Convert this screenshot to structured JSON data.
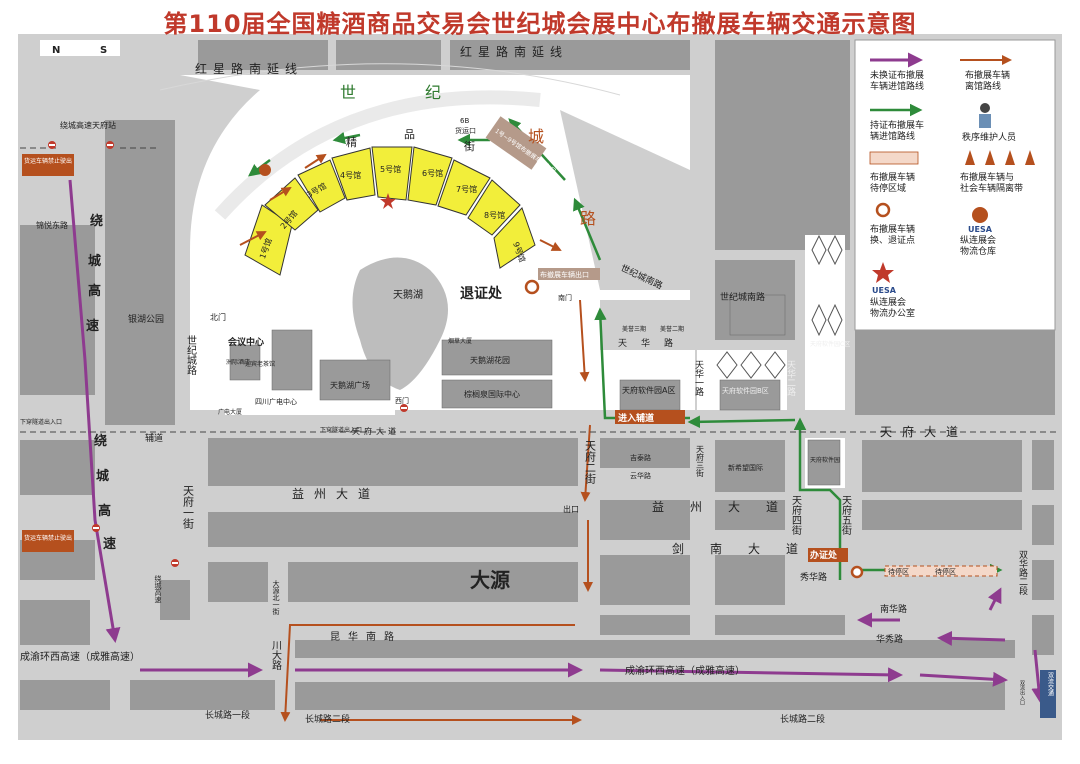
{
  "title": "第110届全国糖酒商品交易会世纪城会展中心布撤展车辆交通示意图",
  "compass": {
    "n": "N",
    "s": "S"
  },
  "colors": {
    "purple_route": "#8e3b8f",
    "brown_route": "#b5501e",
    "green_route": "#2e8b3a",
    "hall_yellow": "#f2ee3a",
    "title_red": "#c0392b",
    "road_gray": "#cccccc",
    "block_gray": "#9a9a9a"
  },
  "roads": {
    "hongxing_south_ext_1": "红星路南延线",
    "hongxing_south_ext_2": "红星路南延线",
    "ring_expressway": "绕城高速",
    "ring_expressway_station": "绕城高速天府站",
    "jinyue_east": "锦悦东路",
    "century_city_road": "世纪城路",
    "century_city_south_road": "世纪城南路",
    "century_city_road_ne": "世纪城南路",
    "tianfu_avenue_left": "天府大道",
    "tianfu_avenue_right": "天府大道",
    "yizhou_avenue_1": "益州大道",
    "yizhou_avenue_2": "益州大道",
    "jiannan_avenue": "剑南大道",
    "tianfu_1st": "天府一街",
    "tianfu_2nd": "天府二街",
    "tianfu_3rd": "天府三街",
    "tianfu_4th": "天府四街",
    "tianfu_5th": "天府五街",
    "tianhua_1st": "天华一路",
    "tianhua_2nd": "天华二路",
    "tianhua_road": "天华路",
    "kunhua_south": "昆华南路",
    "chuanda_road": "川大路",
    "chengyu_ring_1": "成渝环西高速（成雅高速）",
    "chengyu_ring_2": "成渝环西高速（成雅高速）",
    "changcheng_1": "长城路一段",
    "changcheng_2": "长城路二段",
    "changcheng_2b": "长城路二段",
    "xiuhua_road": "秀华路",
    "nanhua_road": "南华路",
    "huaxiu_road": "华秀路",
    "shuanghua_road": "双华路二段",
    "fudao": "辅道",
    "dayuan_north": "大源北一街",
    "jixiang_road": "吉泰路",
    "yunhua_road": "云华路",
    "ring_outer": "下穿隧道出入口"
  },
  "road_labels_vertical_ring": [
    "绕",
    "城",
    "高",
    "速"
  ],
  "century_city_road_chars": [
    "世",
    "纪",
    "城",
    "路"
  ],
  "jingpin_chars": [
    "精",
    "品",
    "街"
  ],
  "halls": [
    "1号馆",
    "2号馆",
    "3号馆",
    "4号馆",
    "5号馆",
    "6号馆",
    "7号馆",
    "8号馆",
    "9号馆"
  ],
  "places": {
    "tianehu": "天鹅湖",
    "tuizheng": "退证处",
    "banzheng": "办证处",
    "huiyi_center": "会议中心",
    "beimen": "北门",
    "nanmen": "南门",
    "ximen": "西门",
    "tiane_square": "天鹅湖广场",
    "tiane_garden": "天鹅湖花园",
    "zonglvquan": "棕榈泉国际中心",
    "yancao": "烟草大厦",
    "dayuan": "大源",
    "yinhu_park": "银湖公园",
    "sichuan_tv": "四川广电中心",
    "guangdian": "广电大厦",
    "zhouji_hotel": "洲际酒店",
    "yingbin": "迎宾老茶馆",
    "tianfu_soft_a": "天府软件园A区",
    "tianfu_soft_b": "天府软件园B区",
    "tianfu_soft_c": "天府软件园C区",
    "xinxiwang": "新希望国际",
    "tianfu_center": "天府软件园",
    "meiyu3": "美誉三期",
    "meiyu2": "美誉二期",
    "hall_1to9_entry": "1号~9号馆布撤展车辆入口",
    "exit_9": "布撤展车辆出口",
    "six_b": "6B",
    "six_b_gate": "货运口",
    "jinru_fudao": "进入辅道",
    "chukou": "出口",
    "dengdai_1": "待停区",
    "dengdai_2": "待停区",
    "shuangliu": "双流交通",
    "tongxing": "双流出入口",
    "no_freight_1": "货运车辆禁止驶出",
    "no_freight_2": "货运车辆禁止驶出",
    "tianfu_dadao_small": "天府大道",
    "xiachuan_left": "下穿隧道出入口"
  },
  "legend": {
    "item1": [
      "未换证布撤展",
      "车辆进馆路线"
    ],
    "item2": [
      "布撤展车辆",
      "离馆路线"
    ],
    "item3": [
      "持证布撤展车",
      "辆进馆路线"
    ],
    "item4": [
      "秩序维护人员"
    ],
    "item5": [
      "布撤展车辆",
      "待停区域"
    ],
    "item6": [
      "布撤展车辆与",
      "社会车辆隔离带"
    ],
    "item7": [
      "布撤展车辆",
      "换、退证点"
    ],
    "item8": [
      "纵连展会",
      "物流仓库"
    ],
    "item9": [
      "纵连展会",
      "物流办公室"
    ],
    "logo1": "UESA",
    "logo2": "UESA"
  }
}
